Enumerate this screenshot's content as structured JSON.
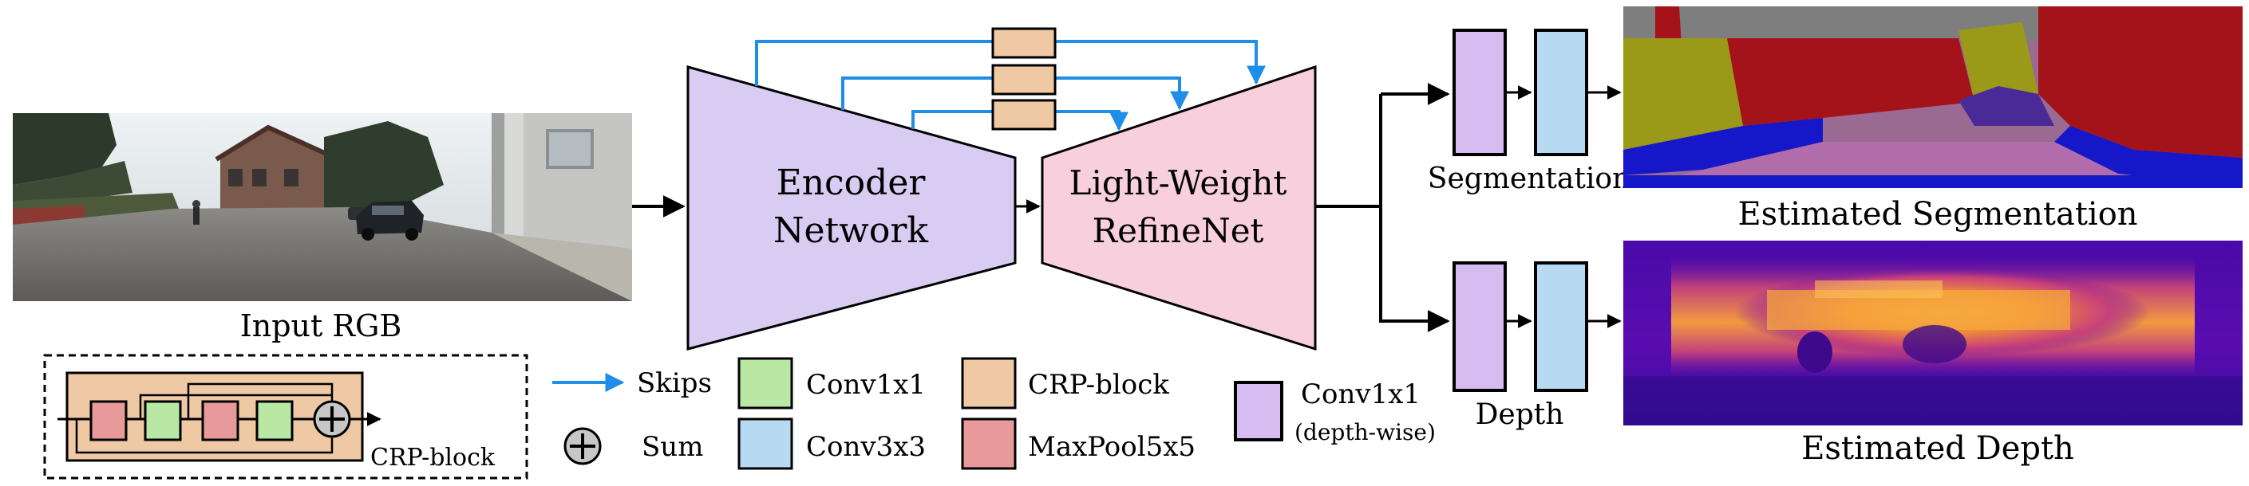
{
  "input": {
    "label": "Input RGB"
  },
  "encoder": {
    "line1": "Encoder",
    "line2": "Network"
  },
  "decoder": {
    "line1": "Light-Weight",
    "line2": "RefineNet"
  },
  "heads": {
    "segmentation": "Segmentation",
    "depth": "Depth"
  },
  "outputs": {
    "segmentation": "Estimated Segmentation",
    "depth": "Estimated Depth"
  },
  "crp_inset": {
    "label": "CRP-block"
  },
  "legend": {
    "skips": "Skips",
    "sum": "Sum",
    "conv1x1": "Conv1x1",
    "conv3x3": "Conv3x3",
    "crp": "CRP-block",
    "maxpool": "MaxPool5x5",
    "dw_line1": "Conv1x1",
    "dw_line2": "(depth-wise)"
  },
  "colors": {
    "encoder": "#d8ccf3",
    "decoder": "#f7cfdd",
    "crp": "#efc9a4",
    "conv1x1": "#b9e8a5",
    "conv3x3": "#b8d9f2",
    "maxpool": "#e8999a",
    "dw_conv": "#d7bcf1",
    "skip": "#1e8ee8"
  }
}
